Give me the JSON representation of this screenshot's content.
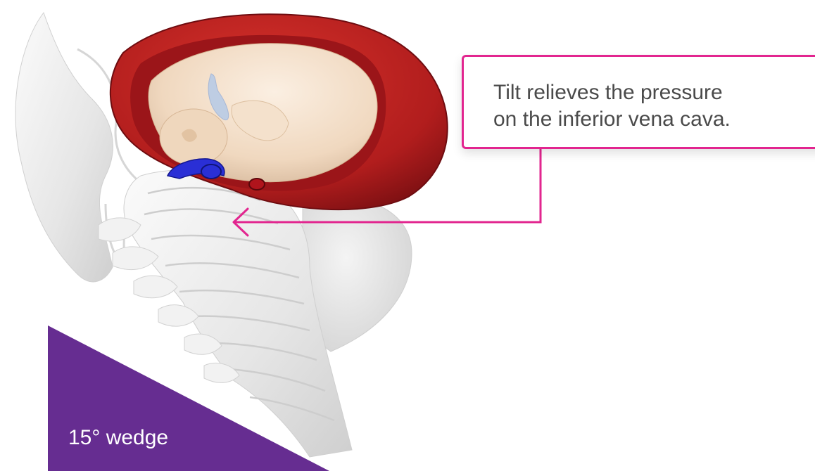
{
  "callout": {
    "text": "Tilt relieves the pressure\non the inferior vena cava."
  },
  "wedge": {
    "label": "15° wedge",
    "angle_degrees": 15
  },
  "colors": {
    "accent": "#e2258f",
    "wedge": "#662d91",
    "uterus": "#b11d1d",
    "vein": "#2a2fd6",
    "artery": "#b0141c",
    "bone": "#e9e9e9",
    "fetus": "#f2dcc4",
    "text": "#4a4a4a"
  }
}
